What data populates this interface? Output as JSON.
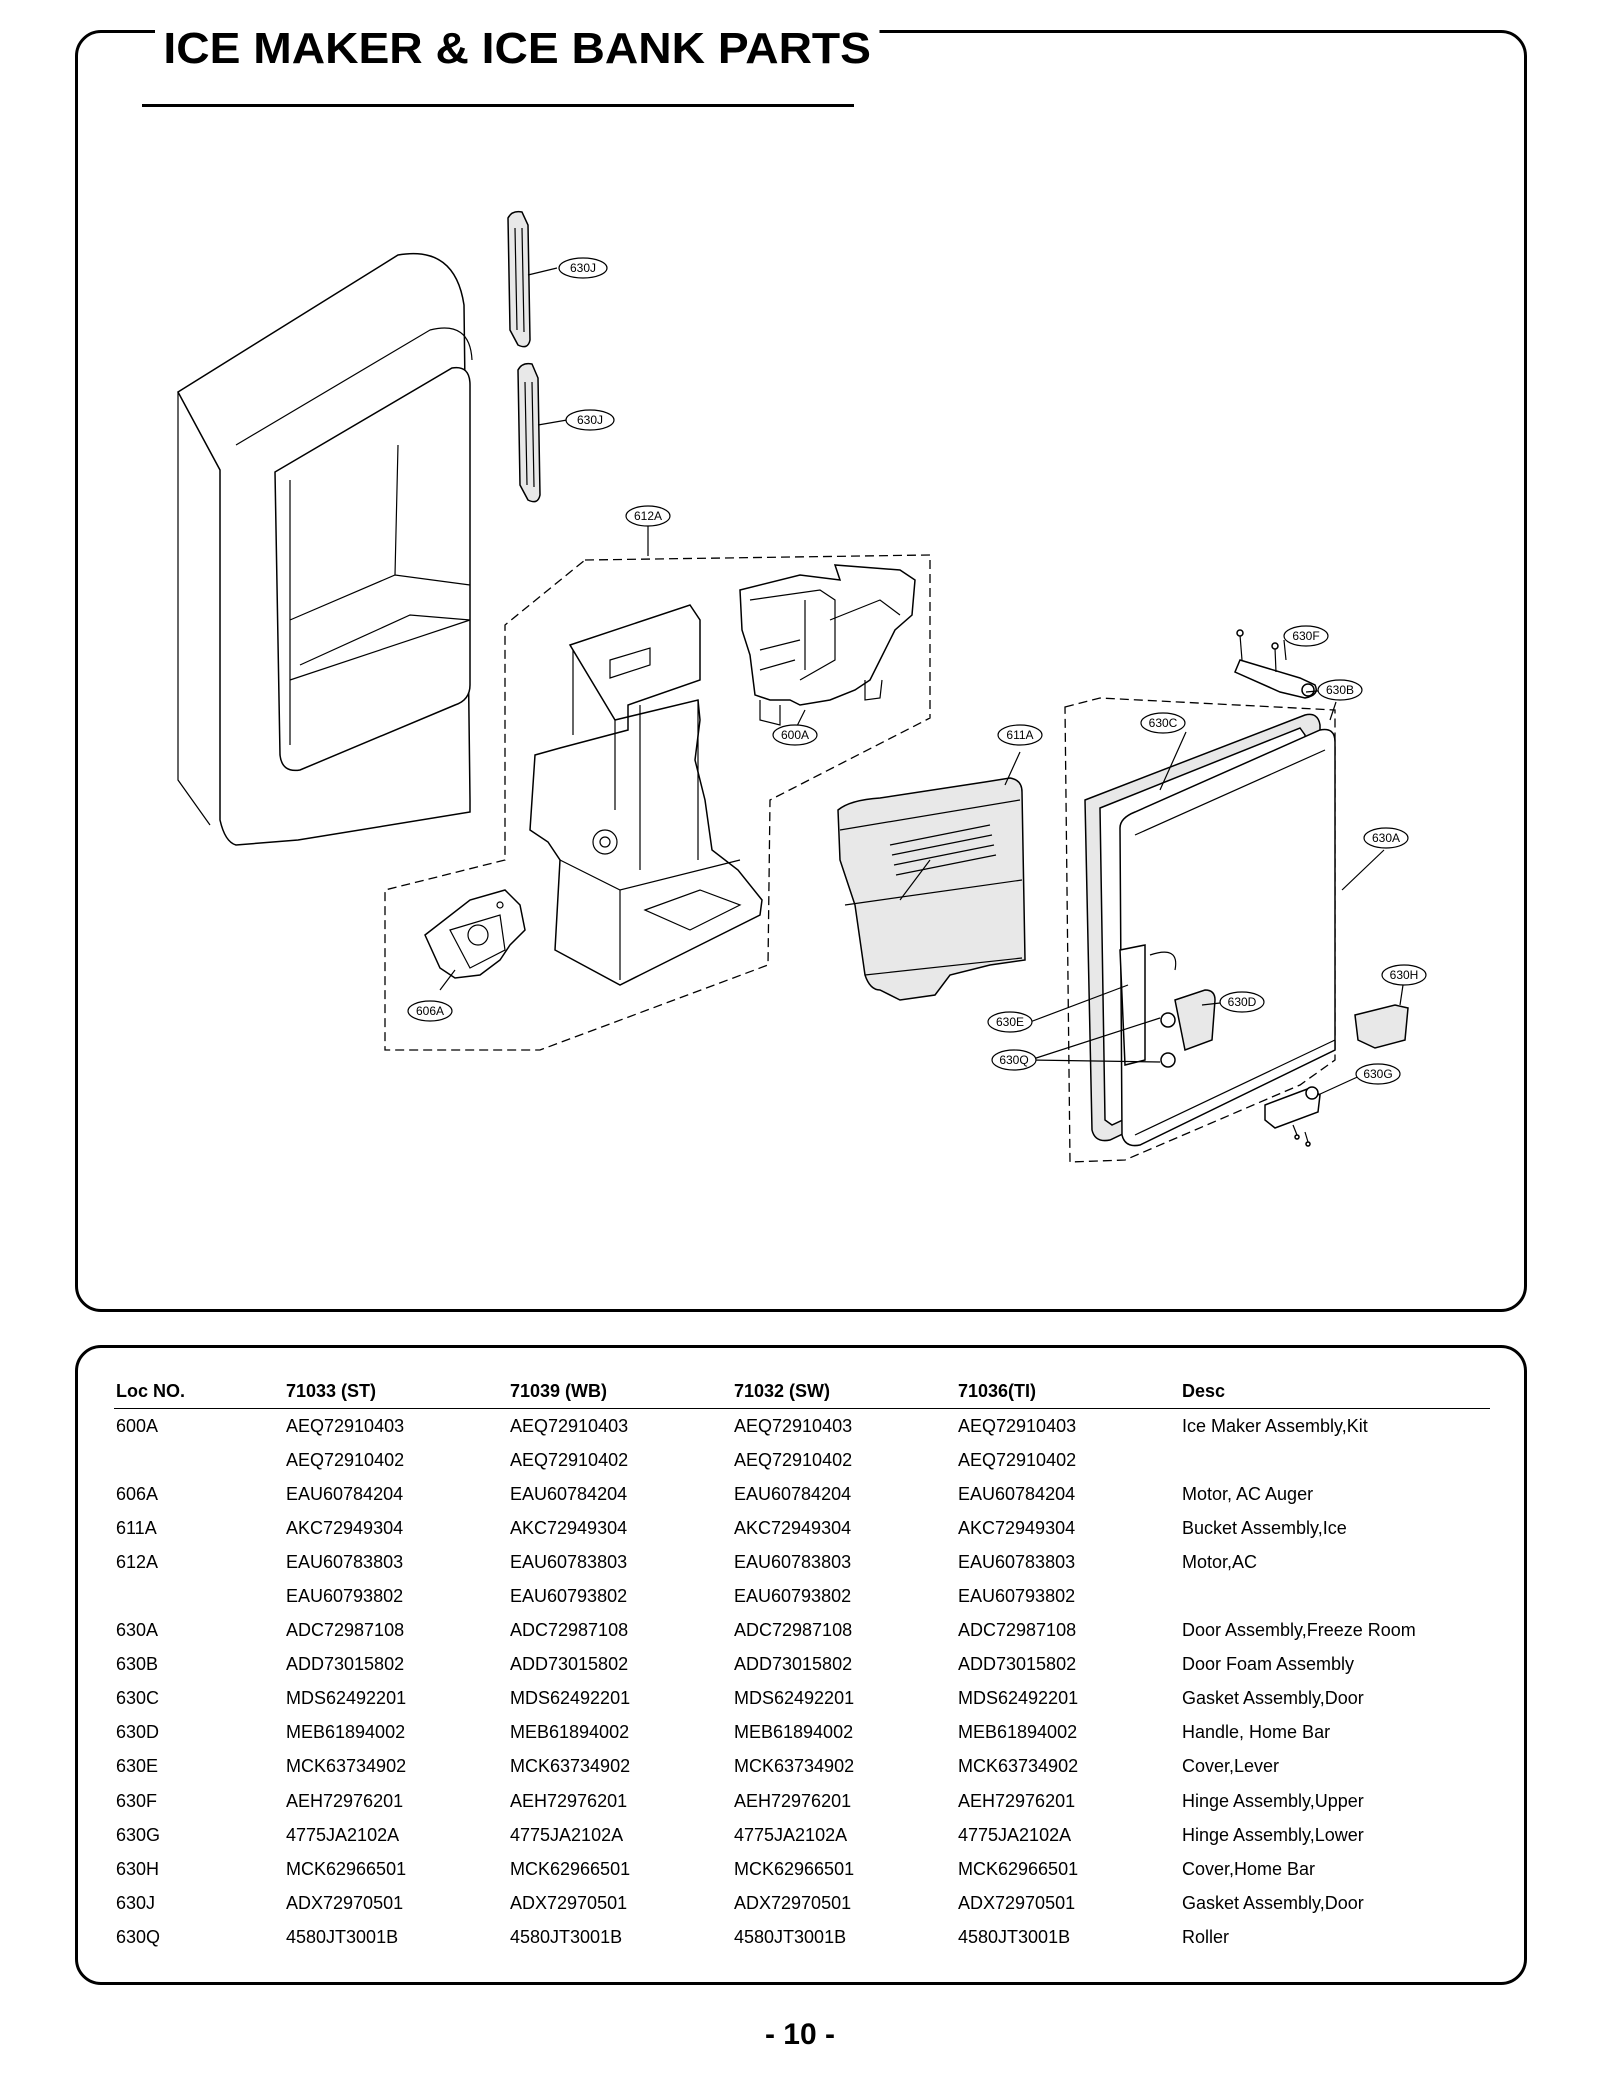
{
  "page": {
    "title": "ICE MAKER & ICE BANK PARTS",
    "page_number": "- 10 -"
  },
  "diagram": {
    "callouts": {
      "c630J_a": "630J",
      "c630J_b": "630J",
      "c612A": "612A",
      "c600A": "600A",
      "c611A": "611A",
      "c606A": "606A",
      "c630F": "630F",
      "c630B": "630B",
      "c630C": "630C",
      "c630A": "630A",
      "c630H": "630H",
      "c630D": "630D",
      "c630E": "630E",
      "c630Q": "630Q",
      "c630G": "630G"
    }
  },
  "table": {
    "headers": [
      "Loc NO.",
      "71033 (ST)",
      "71039 (WB)",
      "71032 (SW)",
      "71036(TI)",
      "Desc"
    ],
    "rows": [
      [
        "600A",
        "AEQ72910403",
        "AEQ72910403",
        "AEQ72910403",
        "AEQ72910403",
        "Ice Maker Assembly,Kit"
      ],
      [
        "",
        "AEQ72910402",
        "AEQ72910402",
        "AEQ72910402",
        "AEQ72910402",
        ""
      ],
      [
        "606A",
        "EAU60784204",
        "EAU60784204",
        "EAU60784204",
        "EAU60784204",
        "Motor, AC Auger"
      ],
      [
        "611A",
        "AKC72949304",
        "AKC72949304",
        "AKC72949304",
        "AKC72949304",
        "Bucket Assembly,Ice"
      ],
      [
        "612A",
        "EAU60783803",
        "EAU60783803",
        "EAU60783803",
        "EAU60783803",
        "Motor,AC"
      ],
      [
        "",
        "EAU60793802",
        "EAU60793802",
        "EAU60793802",
        "EAU60793802",
        ""
      ],
      [
        "630A",
        "ADC72987108",
        "ADC72987108",
        "ADC72987108",
        "ADC72987108",
        "Door Assembly,Freeze Room"
      ],
      [
        "630B",
        "ADD73015802",
        "ADD73015802",
        "ADD73015802",
        "ADD73015802",
        "Door Foam Assembly"
      ],
      [
        "630C",
        "MDS62492201",
        "MDS62492201",
        "MDS62492201",
        "MDS62492201",
        "Gasket Assembly,Door"
      ],
      [
        "630D",
        "MEB61894002",
        "MEB61894002",
        "MEB61894002",
        "MEB61894002",
        "Handle, Home Bar"
      ],
      [
        "630E",
        "MCK63734902",
        "MCK63734902",
        "MCK63734902",
        "MCK63734902",
        "Cover,Lever"
      ],
      [
        "630F",
        "AEH72976201",
        "AEH72976201",
        "AEH72976201",
        "AEH72976201",
        "Hinge Assembly,Upper"
      ],
      [
        "630G",
        "4775JA2102A",
        "4775JA2102A",
        "4775JA2102A",
        "4775JA2102A",
        "Hinge Assembly,Lower"
      ],
      [
        "630H",
        "MCK62966501",
        "MCK62966501",
        "MCK62966501",
        "MCK62966501",
        "Cover,Home Bar"
      ],
      [
        "630J",
        "ADX72970501",
        "ADX72970501",
        "ADX72970501",
        "ADX72970501",
        "Gasket Assembly,Door"
      ],
      [
        "630Q",
        "4580JT3001B",
        "4580JT3001B",
        "4580JT3001B",
        "4580JT3001B",
        "Roller"
      ]
    ]
  }
}
